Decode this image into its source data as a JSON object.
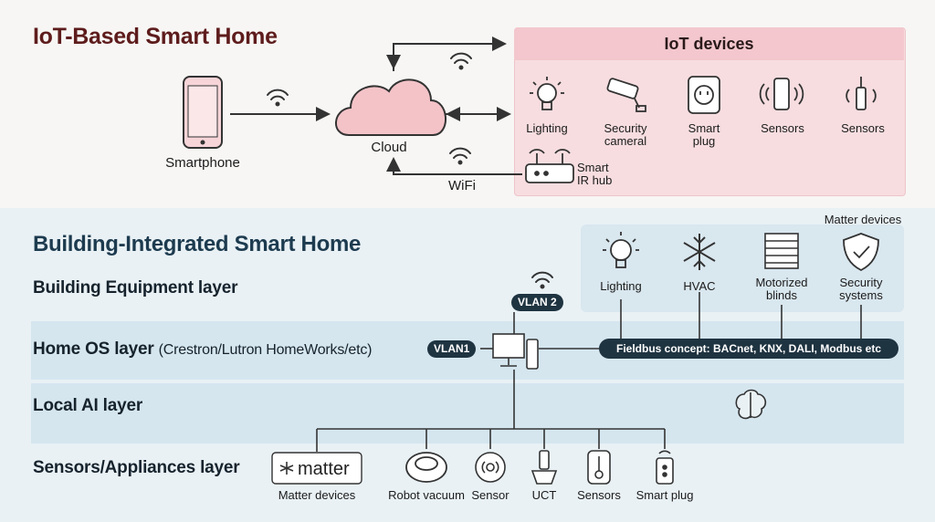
{
  "top": {
    "title": "IoT-Based Smart Home",
    "smartphone": "Smartphone",
    "cloud": "Cloud",
    "wifi": "WiFi",
    "iot_devices": {
      "header": "IoT devices",
      "items": [
        {
          "label": "Lighting",
          "icon": "lightbulb-icon"
        },
        {
          "label": "Security\ncameral",
          "icon": "security-camera-icon"
        },
        {
          "label": "Smart\nplug",
          "icon": "smart-plug-icon"
        },
        {
          "label": "Sensors",
          "icon": "sensor-icon"
        },
        {
          "label": "Sensors",
          "icon": "sensor-probe-icon"
        }
      ],
      "hub": "Smart\nIR hub"
    }
  },
  "bottom": {
    "title": "Building-Integrated Smart Home",
    "matter_devices_label": "Matter devices",
    "layers": {
      "equipment": "Building Equipment layer",
      "home_os": "Home OS layer",
      "home_os_sub": "(Crestron/Lutron HomeWorks/etc)",
      "local_ai": "Local AI layer",
      "sensors": "Sensors/Appliances layer"
    },
    "vlan2": "VLAN 2",
    "vlan1": "VLAN1",
    "fieldbus": "Fieldbus concept: BACnet, KNX, DALI, Modbus etc",
    "equipment": [
      {
        "label": "Lighting",
        "icon": "lightbulb-icon"
      },
      {
        "label": "HVAC",
        "icon": "snowflake-icon"
      },
      {
        "label": "Motorized\nblinds",
        "icon": "blinds-icon"
      },
      {
        "label": "Security\nsystems",
        "icon": "shield-icon"
      }
    ],
    "appliances": [
      {
        "label": "Matter devices",
        "icon": "matter-logo-icon",
        "logo_text": "matter"
      },
      {
        "label": "Robot vacuum",
        "icon": "robot-vacuum-icon"
      },
      {
        "label": "Sensor",
        "icon": "sensor-icon"
      },
      {
        "label": "UCT",
        "icon": "uct-icon"
      },
      {
        "label": "Sensors",
        "icon": "thermometer-icon"
      },
      {
        "label": "Smart plug",
        "icon": "smart-plug-icon"
      }
    ]
  },
  "colors": {
    "accent_red": "#5e1c1c",
    "accent_blue": "#1d3b4f",
    "iot_panel": "#f7dde0",
    "pill": "#1f3441"
  }
}
